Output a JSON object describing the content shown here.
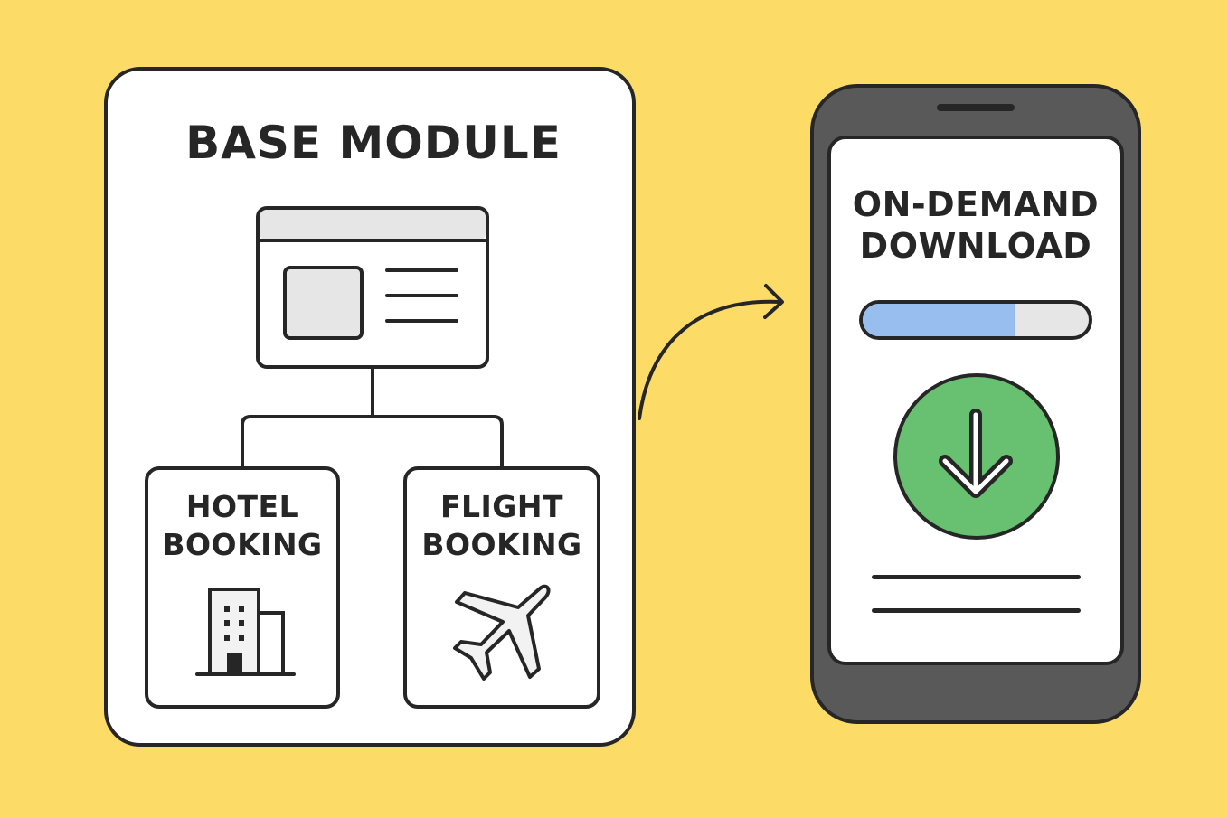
{
  "base_module": {
    "title": "BASE MODULE",
    "modules": [
      {
        "line1": "HOTEL",
        "line2": "BOOKING",
        "icon": "building-icon"
      },
      {
        "line1": "FLIGHT",
        "line2": "BOOKING",
        "icon": "airplane-icon"
      }
    ]
  },
  "device": {
    "title_line1": "ON-DEMAND",
    "title_line2": "DOWNLOAD",
    "progress": 0.67,
    "action_icon": "download-arrow-icon"
  },
  "colors": {
    "background": "#FCDC66",
    "outline": "#262626",
    "progress_fill": "#97BEEF",
    "download_green": "#68C170",
    "phone_body": "#595959"
  },
  "connector_icon": "curved-arrow-icon",
  "page_icon": "app-window-icon"
}
